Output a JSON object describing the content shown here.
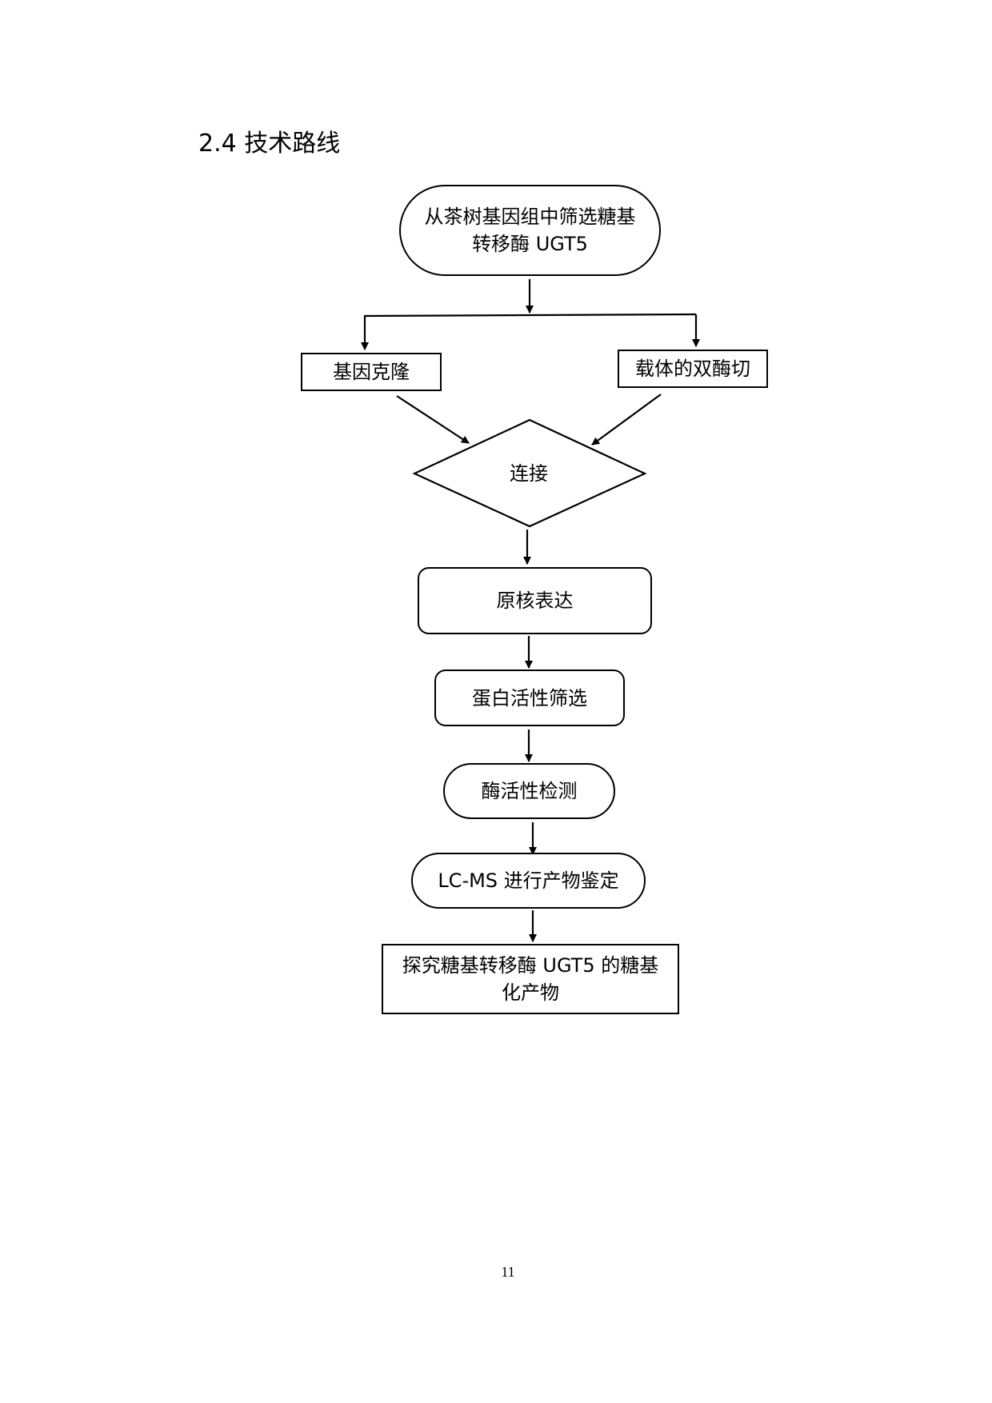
{
  "section_heading": "2.4 技术路线",
  "flowchart": {
    "nodes": {
      "start": "从茶树基因组中筛选糖基转移酶 UGT5",
      "gene_cloning": "基因克隆",
      "vector_digest": "载体的双酶切",
      "ligation": "连接",
      "prokaryotic_expression": "原核表达",
      "protein_screening": "蛋白活性筛选",
      "enzyme_assay": "酶活性检测",
      "lcms": "LC-MS 进行产物鉴定",
      "final": "探究糖基转移酶 UGT5 的糖基化产物"
    }
  },
  "page_number": "11"
}
